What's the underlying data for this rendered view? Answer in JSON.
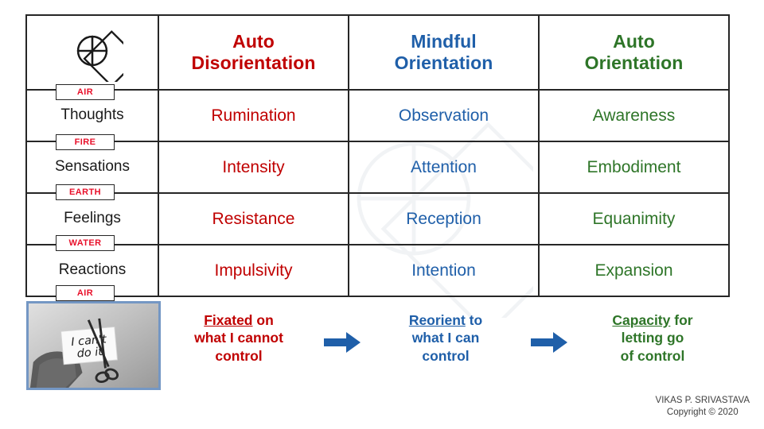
{
  "logo": {
    "name": "diamond-petal-logo",
    "alt": "diamond with four petals"
  },
  "matrix": {
    "headers": [
      {
        "label_top": "Auto",
        "label_bottom": "Disorientation",
        "color": "#C00000",
        "tone": "red"
      },
      {
        "label_top": "Mindful",
        "label_bottom": "Orientation",
        "color": "#1F5FA9",
        "tone": "blue"
      },
      {
        "label_top": "Auto",
        "label_bottom": "Orientation",
        "color": "#2E7528",
        "tone": "green"
      }
    ],
    "rows": [
      {
        "label": "Thoughts",
        "cells": [
          "Rumination",
          "Observation",
          "Awareness"
        ]
      },
      {
        "label": "Sensations",
        "cells": [
          "Intensity",
          "Attention",
          "Embodiment"
        ]
      },
      {
        "label": "Feelings",
        "cells": [
          "Resistance",
          "Reception",
          "Equanimity"
        ]
      },
      {
        "label": "Reactions",
        "cells": [
          "Impulsivity",
          "Intention",
          "Expansion"
        ]
      }
    ],
    "element_badges": [
      "AIR",
      "FIRE",
      "EARTH",
      "WATER",
      "AIR"
    ],
    "badge_color": "#E8102A"
  },
  "photo": {
    "caption": "I can't do it",
    "description": "hand holding a note reading I can't do it being cut by scissors"
  },
  "flow": {
    "items": [
      {
        "keyword": "Fixated",
        "rest_first_line": " on",
        "lines": [
          "what I cannot",
          "control"
        ],
        "color": "#C00000"
      },
      {
        "keyword": "Reorient",
        "rest_first_line": " to",
        "lines": [
          "what I can",
          "control"
        ],
        "color": "#1F5FA9"
      },
      {
        "keyword": "Capacity",
        "rest_first_line": " for",
        "lines": [
          "letting go",
          "of control"
        ],
        "color": "#2E7528"
      }
    ],
    "arrow_color": "#1F5FA9",
    "arrow_count": 2
  },
  "credit": {
    "author": "VIKAS P. SRIVASTAVA",
    "copyright": "Copyright © 2020"
  }
}
